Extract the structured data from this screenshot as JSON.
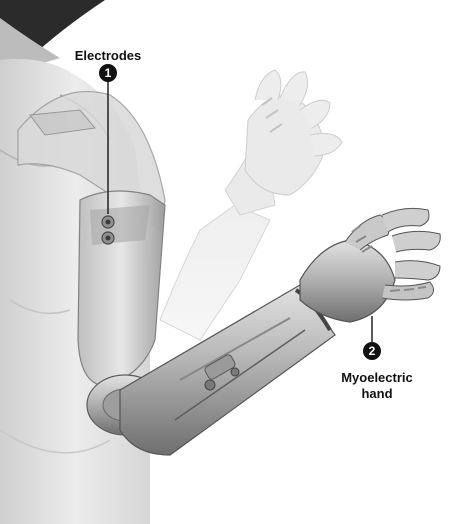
{
  "figure": {
    "background": "#ffffff",
    "illustration_style": "grayscale 3D rendering of a prosthetic arm on a human torso"
  },
  "callouts": [
    {
      "number": "1",
      "label": "Electrodes"
    },
    {
      "number": "2",
      "label_line1": "Myoelectric",
      "label_line2": "hand"
    }
  ],
  "colors": {
    "badge": "#111111",
    "badge_text": "#ffffff",
    "leader_line": "#222222",
    "skin_light": "#e6e6e6",
    "skin_shadow": "#bdbdbd",
    "metal_light": "#d0d0d0",
    "metal_dark": "#7a7a7a"
  }
}
